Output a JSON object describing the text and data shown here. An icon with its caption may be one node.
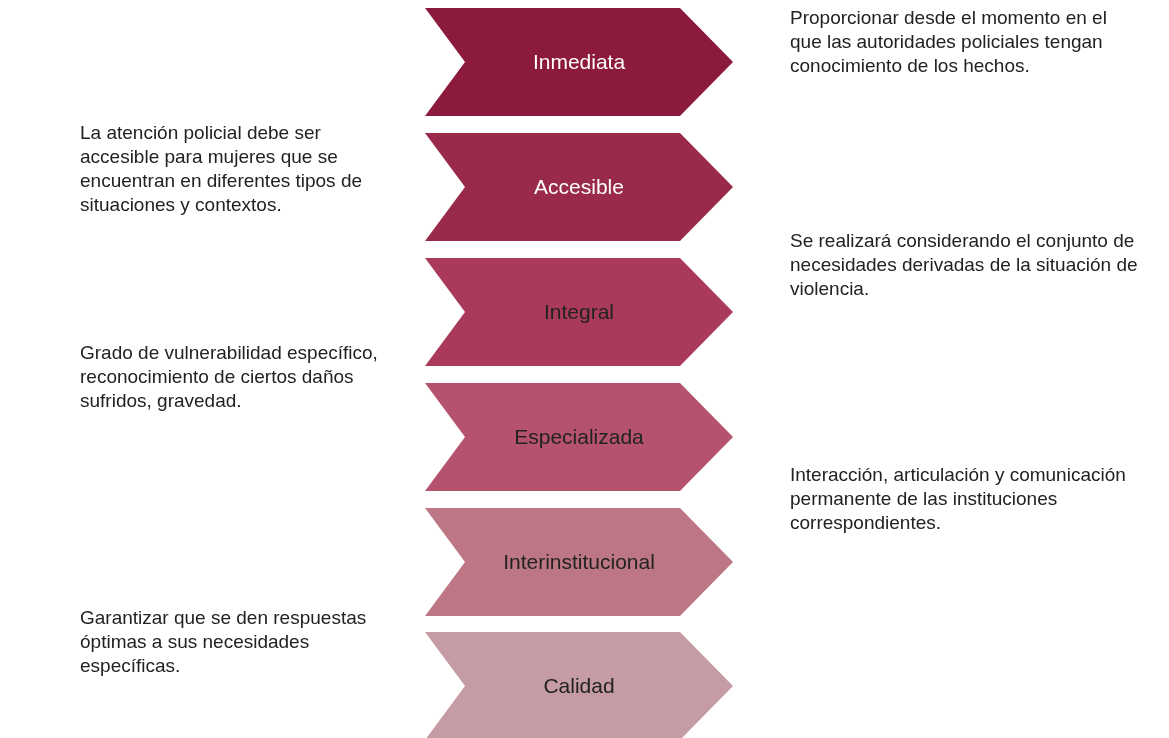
{
  "diagram": {
    "nodes": [
      {
        "text": [
          "Inmediata"
        ],
        "beside": [
          "Proporcionar desde el momento en el que las autoridades policiales tengan conocimiento de los hechos."
        ]
      },
      {
        "text": [
          "Accesible"
        ],
        "beside": [
          "La atención policial debe ser accesible para mujeres que se encuentran en diferentes tipos de situaciones y contextos."
        ]
      },
      {
        "text": [
          "Integral"
        ],
        "beside": [
          "Se realizará considerando el conjunto de necesidades derivadas de la situación de violencia."
        ]
      },
      {
        "text": [
          "Especializada"
        ],
        "beside": [
          "Grado de vulnerabilidad específico, reconocimiento de ciertos daños sufridos, gravedad."
        ]
      },
      {
        "text": [
          "Interinstitucional"
        ],
        "beside": [
          "Interacción, articulación y comunicación permanente de las instituciones correspondientes."
        ]
      },
      {
        "text": [
          "Calidad"
        ],
        "beside": [
          "Garantizar que se den respuestas óptimas a sus necesidades específicas."
        ]
      }
    ]
  }
}
